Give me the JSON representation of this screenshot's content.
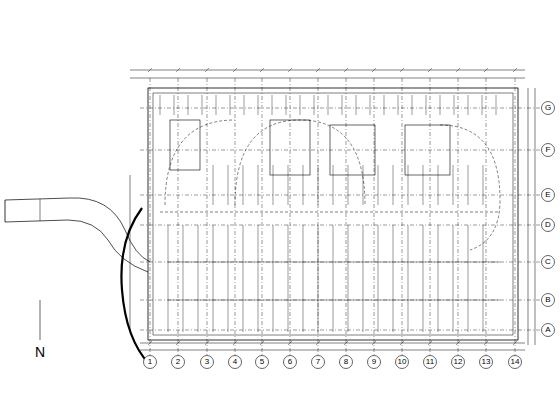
{
  "diagram": {
    "labels": [
      "N",
      "1",
      "2",
      "3",
      "4",
      "5",
      "6",
      "7",
      "8",
      "9",
      "10",
      "11",
      "12",
      "13",
      "14",
      "A",
      "B",
      "C",
      "D",
      "E",
      "F",
      "G"
    ]
  }
}
